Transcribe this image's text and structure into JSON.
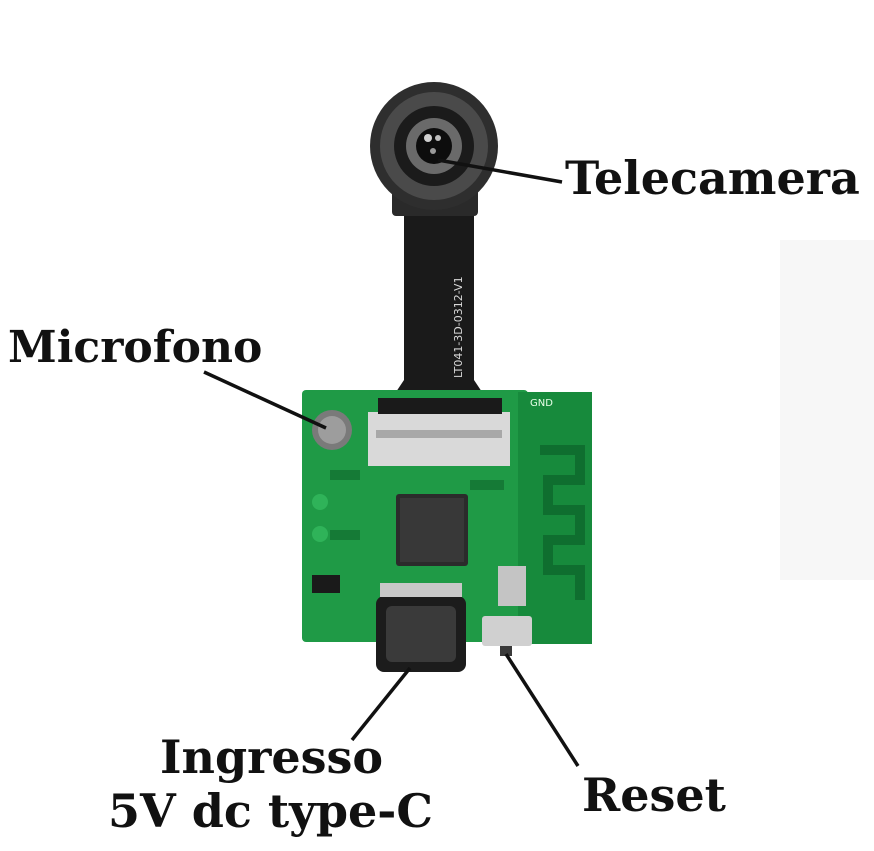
{
  "labels": {
    "telecamera": "Telecamera",
    "microfono": "Microfono",
    "ingresso_line1": "Ingresso",
    "ingresso_line2": "5V dc type-C",
    "reset": "Reset"
  },
  "board": {
    "flex_cable_text": "LT041-3D-0312-V1",
    "gnd_text": "GND"
  },
  "colors": {
    "pcb_green": "#1f9a46",
    "pcb_dark_green": "#0f6e2f",
    "flex_cable": "#1a1a1a",
    "lens_gray": "#3c3c3c",
    "label_text": "#111111"
  }
}
